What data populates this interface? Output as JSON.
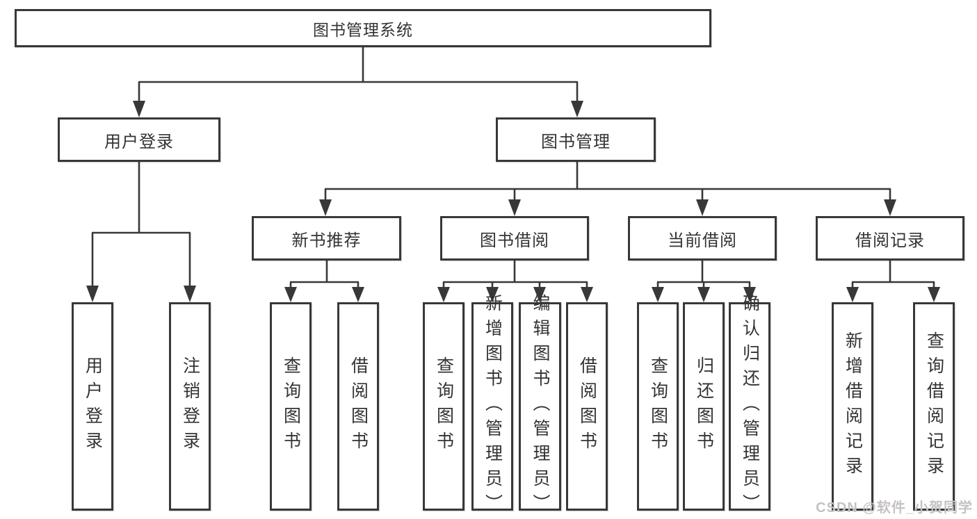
{
  "diagram": {
    "type": "hierarchy",
    "tree": {
      "root": "图书管理系统",
      "children": [
        {
          "label": "用户登录",
          "children": [
            {
              "label": "用户登录"
            },
            {
              "label": "注销登录"
            }
          ]
        },
        {
          "label": "图书管理",
          "children": [
            {
              "label": "新书推荐",
              "children": [
                {
                  "label": "查询图书"
                },
                {
                  "label": "借阅图书"
                }
              ]
            },
            {
              "label": "图书借阅",
              "children": [
                {
                  "label": "查询图书"
                },
                {
                  "label": "新增图书（管理员）"
                },
                {
                  "label": "编辑图书（管理员）"
                },
                {
                  "label": "借阅图书"
                }
              ]
            },
            {
              "label": "当前借阅",
              "children": [
                {
                  "label": "查询图书"
                },
                {
                  "label": "归还图书"
                },
                {
                  "label": "确认归还（管理员）"
                }
              ]
            },
            {
              "label": "借阅记录",
              "children": [
                {
                  "label": "新增借阅记录"
                },
                {
                  "label": "查询借阅记录"
                }
              ]
            }
          ]
        }
      ]
    },
    "colors": {
      "line": "#383838",
      "box_border": "#383838",
      "box_fill": "#ffffff",
      "text": "#333333",
      "watermark": "#c6c2c2"
    }
  },
  "watermark": {
    "text": "CSDN @软件_小贺同学"
  }
}
